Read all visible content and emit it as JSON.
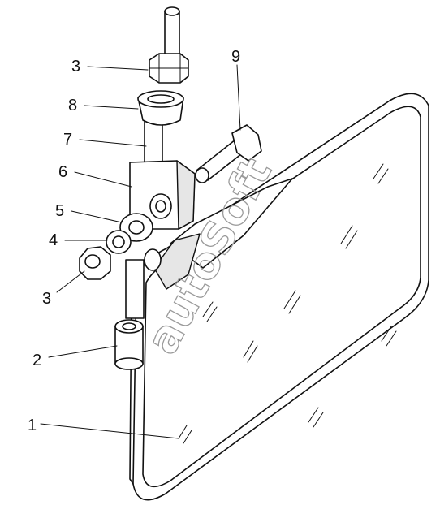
{
  "callouts": [
    {
      "label": "1",
      "part": "mirror-glass"
    },
    {
      "label": "2",
      "part": "bushing"
    },
    {
      "label": "3",
      "part": "nut-lower"
    },
    {
      "label": "4",
      "part": "washer-small"
    },
    {
      "label": "5",
      "part": "washer-large"
    },
    {
      "label": "6",
      "part": "bracket"
    },
    {
      "label": "7",
      "part": "rod"
    },
    {
      "label": "8",
      "part": "sleeve"
    },
    {
      "label": "3",
      "part": "nut-upper"
    },
    {
      "label": "9",
      "part": "bolt"
    }
  ],
  "watermark": "autoSoft"
}
